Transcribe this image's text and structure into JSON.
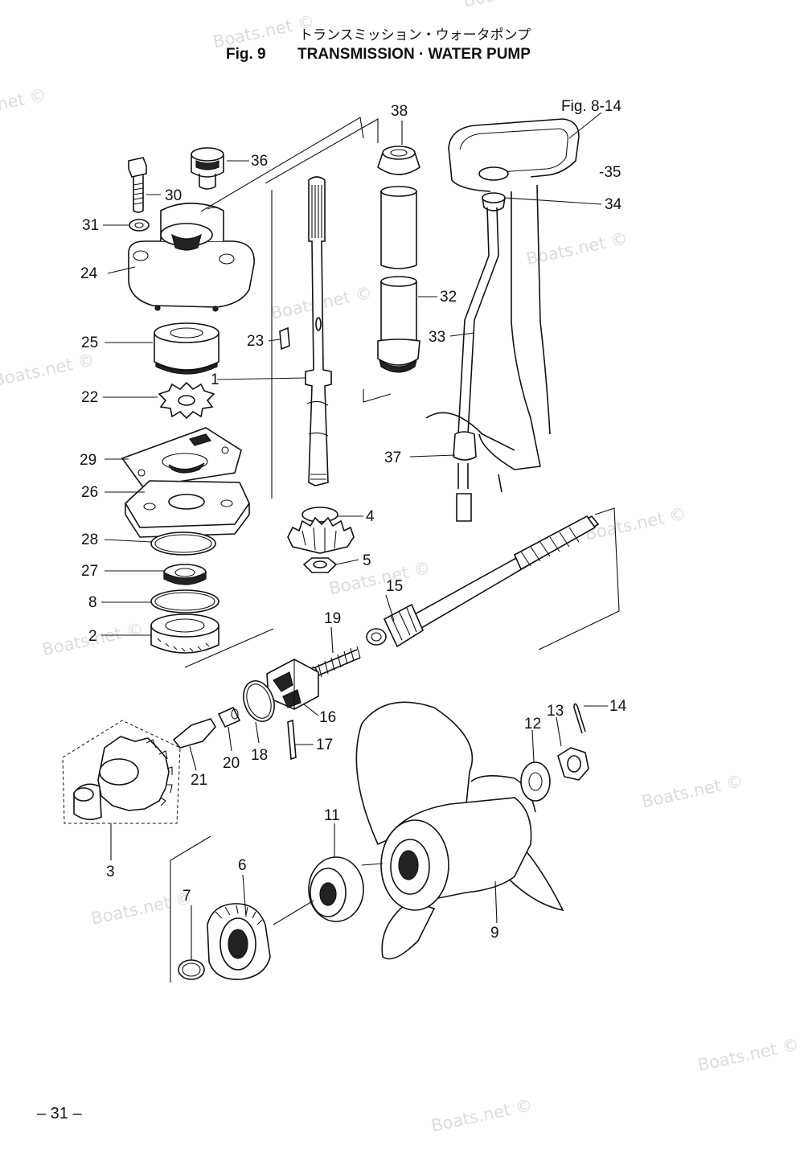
{
  "header": {
    "title_jp": "トランスミッション・ウォータポンプ",
    "fig_label": "Fig. 9",
    "title_en": "TRANSMISSION · WATER PUMP",
    "ref_note": "Fig. 8-14"
  },
  "watermark": "Boats.net ©",
  "page_number": "– 31 –",
  "callouts": [
    "38",
    "36",
    "30",
    "31",
    "24",
    "25",
    "22",
    "29",
    "26",
    "28",
    "27",
    "8",
    "2",
    "23",
    "1",
    "4",
    "5",
    "32",
    "33",
    "35",
    "34",
    "37",
    "15",
    "19",
    "16",
    "18",
    "17",
    "20",
    "21",
    "3",
    "14",
    "13",
    "12",
    "11",
    "6",
    "7",
    "9"
  ]
}
